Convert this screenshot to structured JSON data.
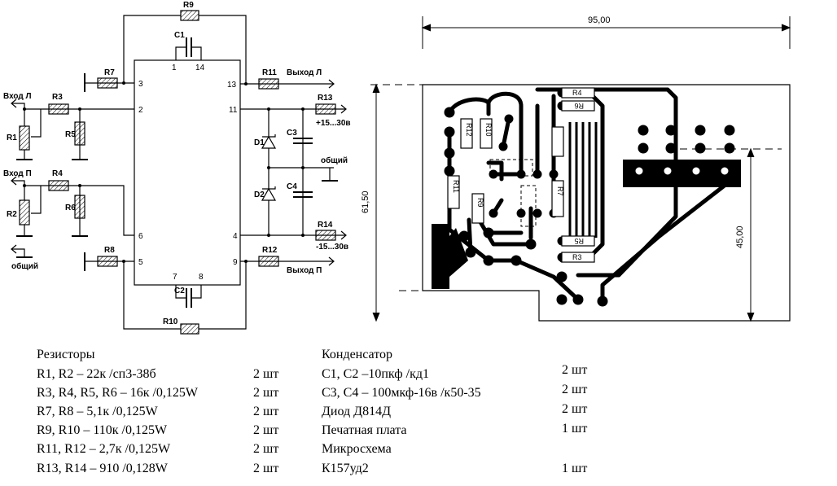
{
  "schematic": {
    "ic_pins": {
      "p1": "1",
      "p14": "14",
      "p3": "3",
      "p2": "2",
      "p6": "6",
      "p5": "5",
      "p13": "13",
      "p11": "11",
      "p4": "4",
      "p9": "9",
      "p7": "7",
      "p8": "8"
    },
    "components": {
      "r1": "R1",
      "r2": "R2",
      "r3": "R3",
      "r4": "R4",
      "r5": "R5",
      "r6": "R6",
      "r7": "R7",
      "r8": "R8",
      "r9": "R9",
      "r10": "R10",
      "r11": "R11",
      "r12": "R12",
      "r13": "R13",
      "r14": "R14",
      "c1": "C1",
      "c2": "C2",
      "c3": "C3",
      "c4": "C4",
      "d1": "D1",
      "d2": "D2"
    },
    "labels": {
      "in_left": "Вход Л",
      "in_right": "Вход П",
      "common_left": "общий",
      "out_left": "Выход Л",
      "out_right": "Выход П",
      "plus_supply": "+15...30в",
      "minus_supply": "-15...30в",
      "common_mid": "общий"
    }
  },
  "pcb": {
    "width_dim": "95,00",
    "height_dim": "61,50",
    "inner_dim": "45,00",
    "parts": {
      "r4": "R4",
      "r6": "R6",
      "r12": "R12",
      "r10": "R10",
      "r11": "R11",
      "r9": "R9",
      "r7": "R7",
      "r5": "R5",
      "r3": "R3"
    }
  },
  "bom": {
    "resistors": {
      "title": "Резисторы",
      "items": [
        {
          "desc": "R1, R2 – 22к /сп3-38б",
          "qty": "2 шт"
        },
        {
          "desc": "R3, R4, R5, R6 – 16к /0,125W",
          "qty": "2 шт"
        },
        {
          "desc": "R7, R8 – 5,1к /0,125W",
          "qty": "2 шт"
        },
        {
          "desc": "R9, R10 – 110к /0,125W",
          "qty": "2 шт"
        },
        {
          "desc": "R11, R12 – 2,7к /0,125W",
          "qty": "2 шт"
        },
        {
          "desc": "R13, R14 – 910 /0,128W",
          "qty": "2 шт"
        }
      ]
    },
    "others": {
      "title": "Конденсатор",
      "items": [
        {
          "desc": "С1, С2 –10пкф /кд1",
          "qty": "2 шт"
        },
        {
          "desc": "С3, С4 – 100мкф-16в /к50-35",
          "qty": "2 шт"
        },
        {
          "desc": "Диод Д814Д",
          "qty": "2 шт"
        },
        {
          "desc": "Печатная плата",
          "qty": "1 шт"
        },
        {
          "desc": "Микросхема",
          "qty": ""
        },
        {
          "desc": "К157уд2",
          "qty": "1 шт"
        }
      ]
    }
  }
}
